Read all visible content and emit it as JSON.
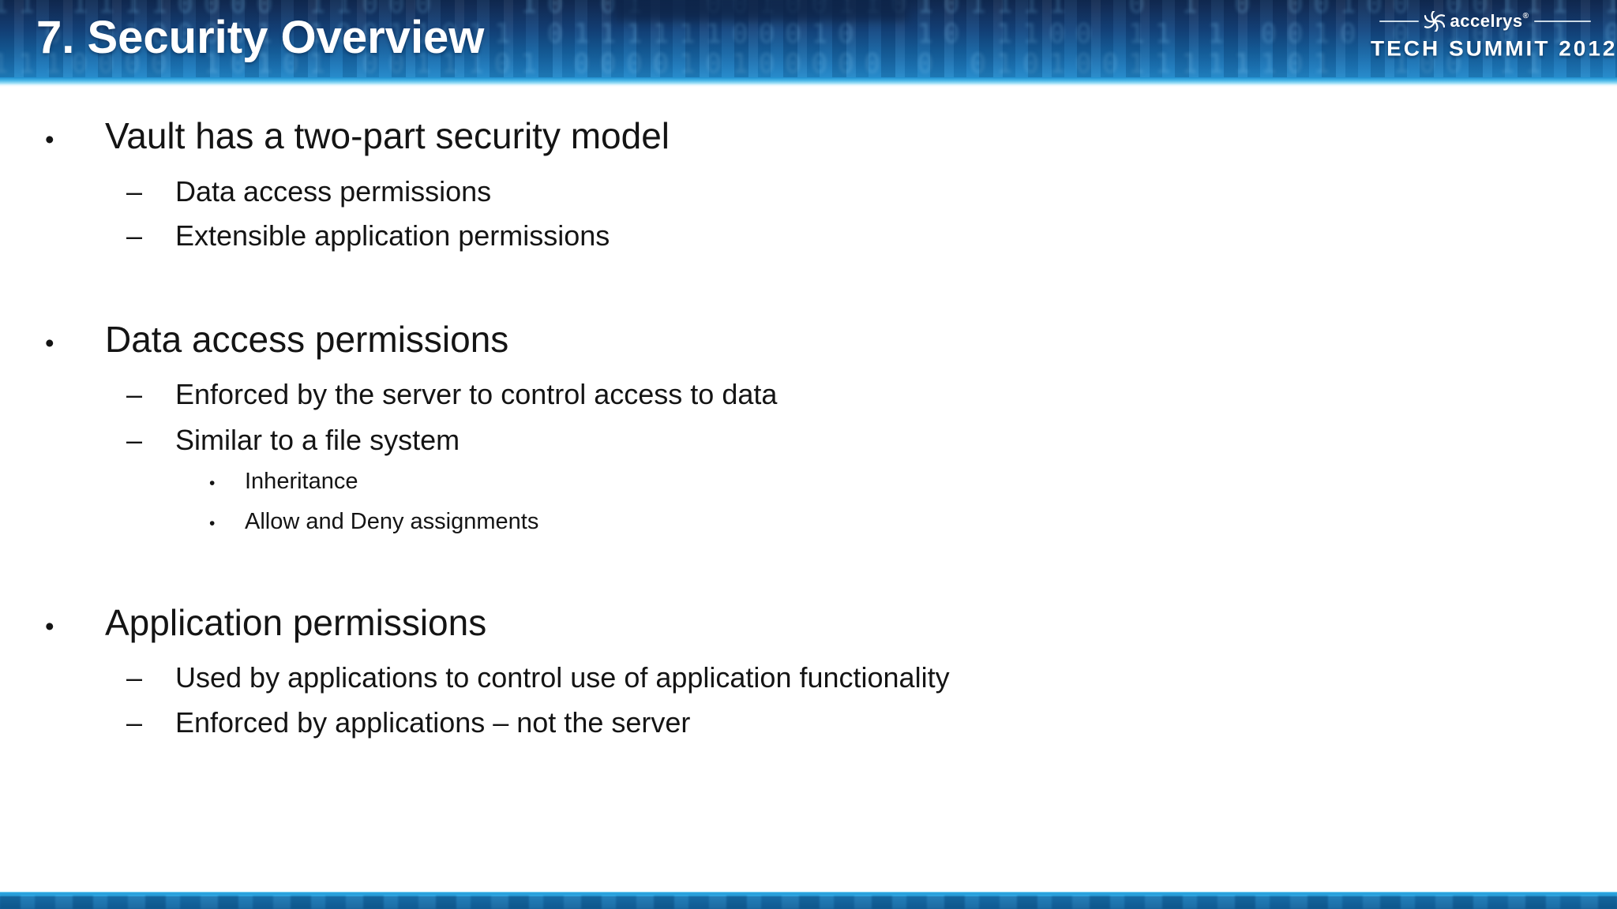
{
  "header": {
    "title": "7. Security Overview",
    "logo": {
      "brand": "accelrys",
      "trademark": "®",
      "event": "TECH SUMMIT 2012"
    }
  },
  "content": {
    "lines": [
      {
        "level": 1,
        "marker": "•",
        "text": "Vault has a two-part security model"
      },
      {
        "level": 2,
        "marker": "–",
        "text": "Data access permissions"
      },
      {
        "level": 2,
        "marker": "–",
        "text": "Extensible application permissions"
      },
      {
        "level": 1,
        "marker": "•",
        "text": "Data access permissions"
      },
      {
        "level": 2,
        "marker": "–",
        "text": "Enforced by the server to control access to data"
      },
      {
        "level": 2,
        "marker": "–",
        "text": "Similar to a file system"
      },
      {
        "level": 3,
        "marker": "•",
        "text": "Inheritance"
      },
      {
        "level": 3,
        "marker": "•",
        "text": "Allow and Deny assignments"
      },
      {
        "level": 1,
        "marker": "•",
        "text": "Application permissions"
      },
      {
        "level": 2,
        "marker": "–",
        "text": "Used by applications to control use of application functionality"
      },
      {
        "level": 2,
        "marker": "–",
        "text": "Enforced by applications – not the server"
      }
    ]
  },
  "colors": {
    "header_top": "#132e59",
    "header_bottom": "#2188c9",
    "separator_glow": "#a5e2f8",
    "footer_line": "#2aa2de",
    "footer_body": "#1a77b4",
    "binary_digits": "#74bde9",
    "title_text": "#ffffff",
    "body_text": "#141414"
  }
}
